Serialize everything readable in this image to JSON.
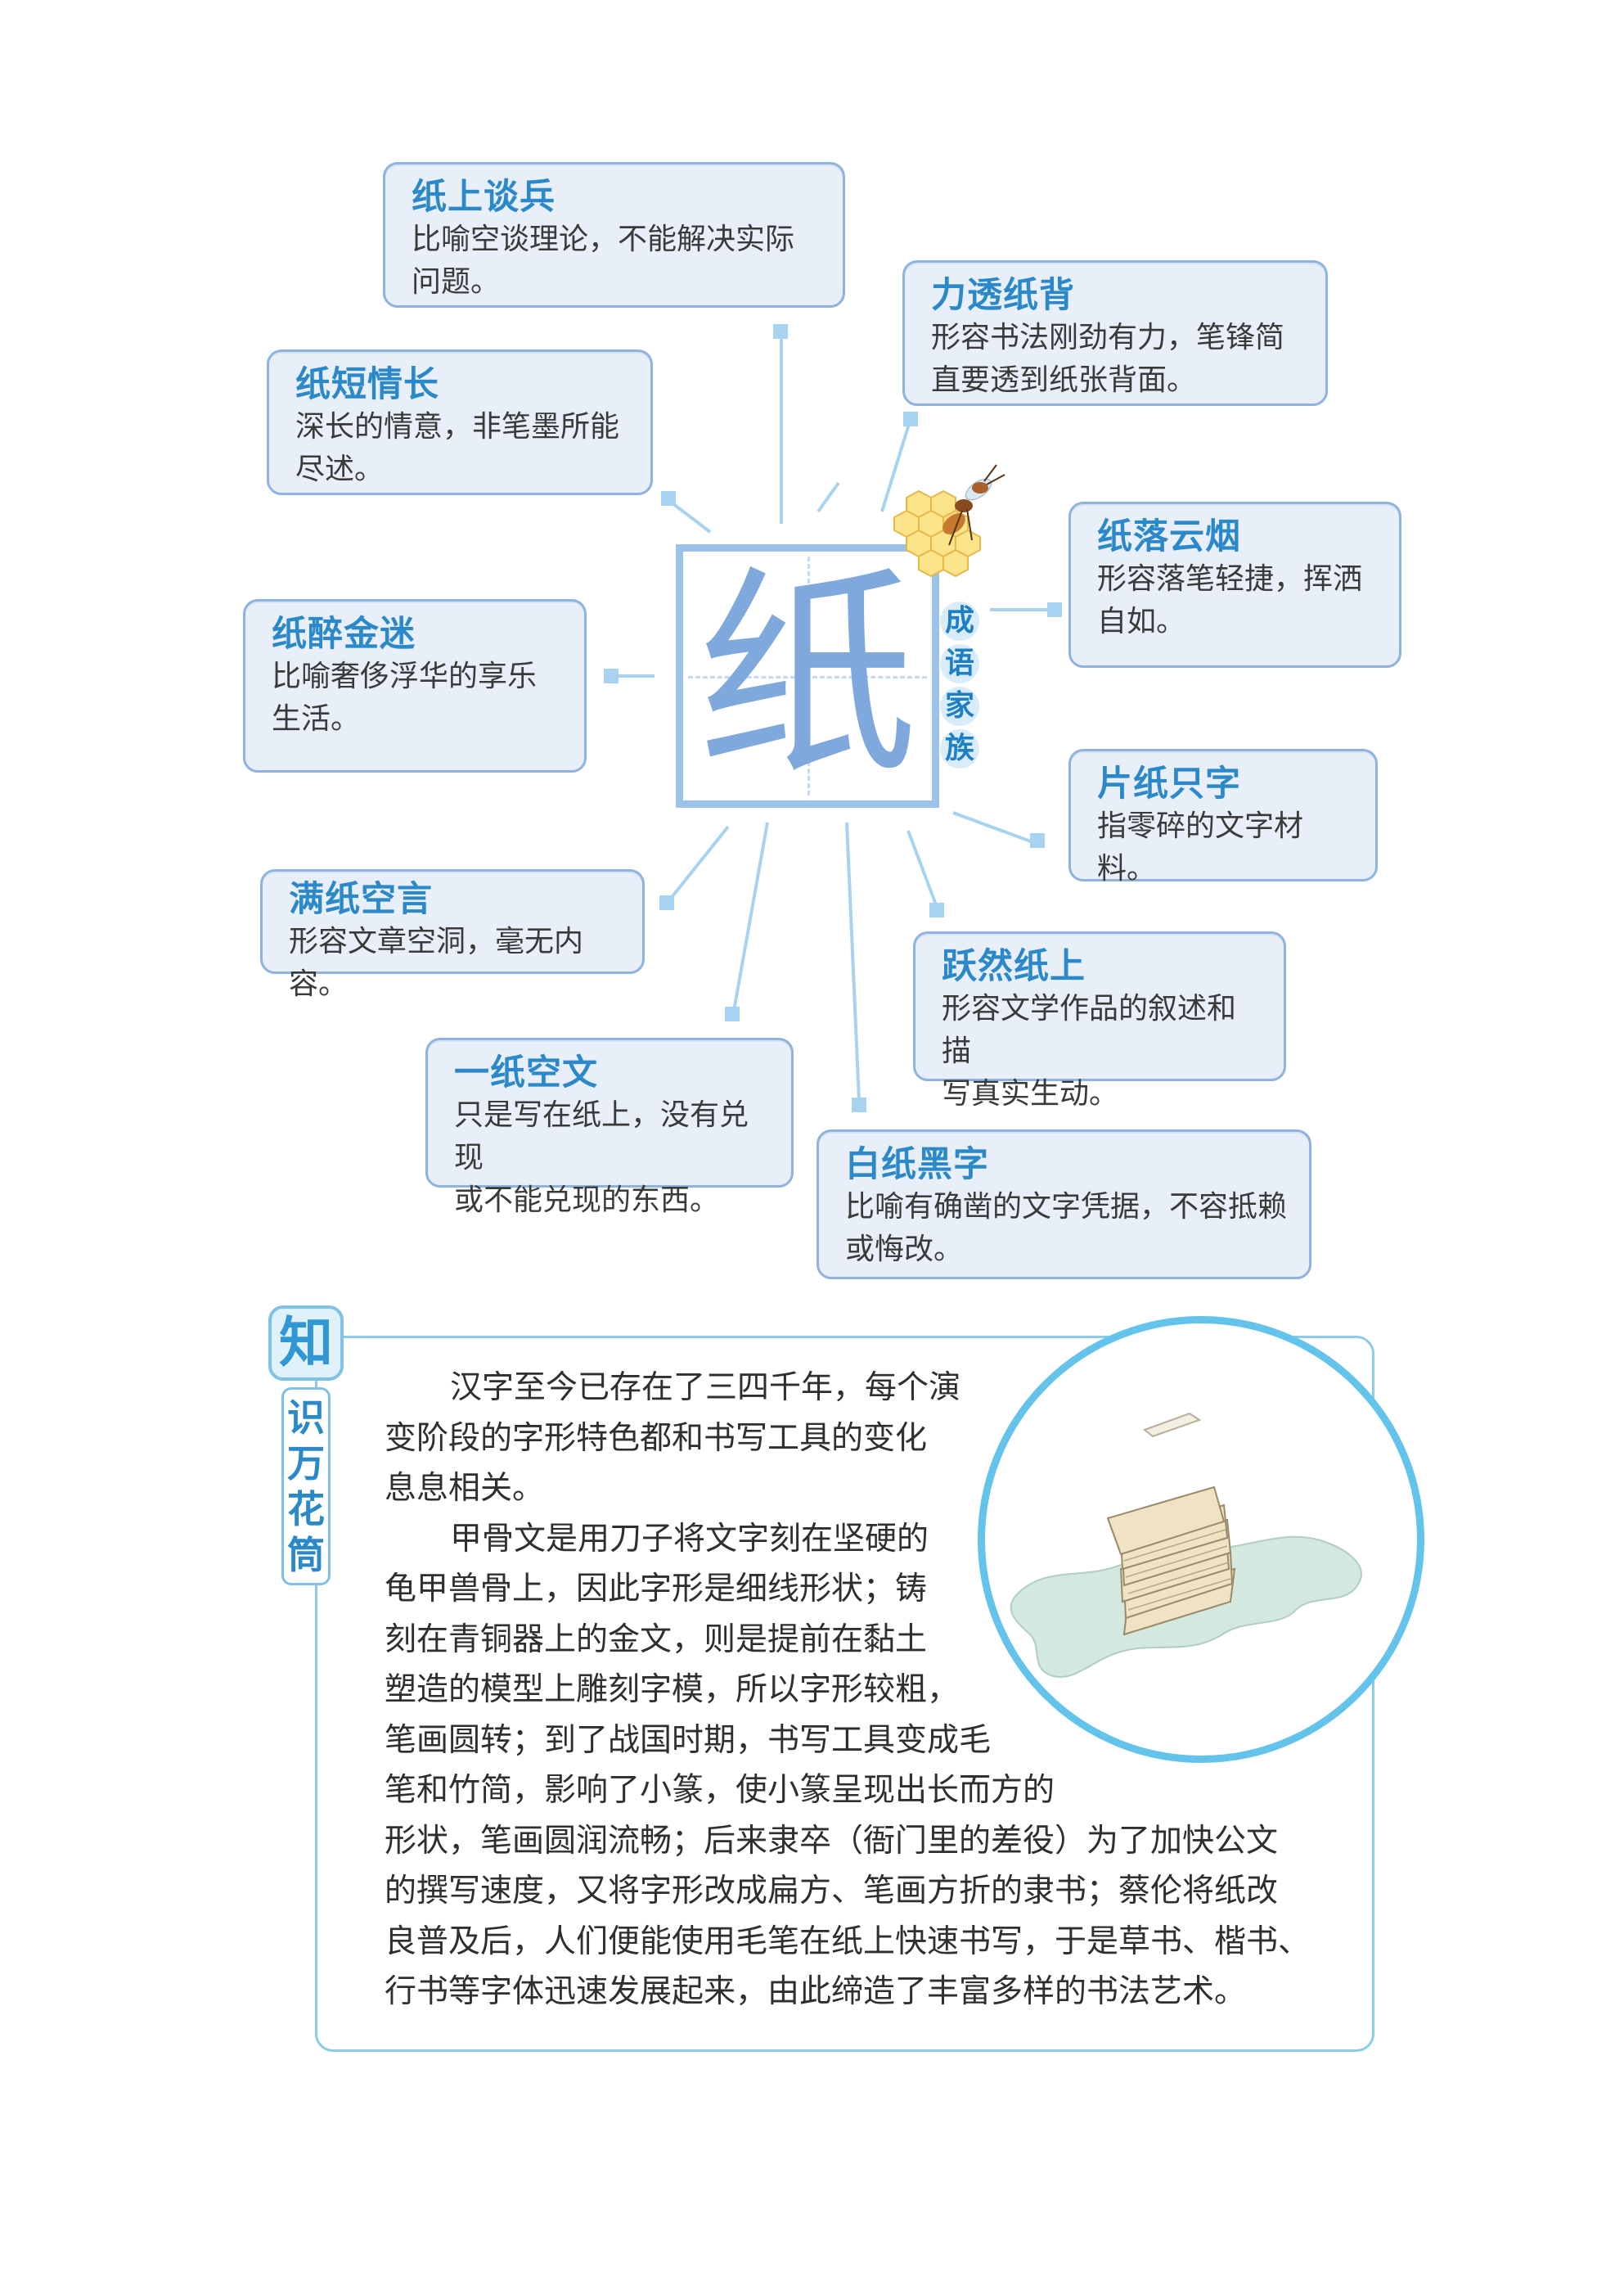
{
  "center": {
    "character": "纸",
    "badge": [
      "成",
      "语",
      "家",
      "族"
    ]
  },
  "idioms": [
    {
      "id": "zhishangtanbing",
      "name": "纸上谈兵",
      "def": [
        "比喻空谈理论，不能解决实际",
        "问题。"
      ]
    },
    {
      "id": "litouzhibei",
      "name": "力透纸背",
      "def": [
        "形容书法刚劲有力，笔锋简",
        "直要透到纸张背面。"
      ]
    },
    {
      "id": "zhiduanqingchang",
      "name": "纸短情长",
      "def": [
        "深长的情意，非笔墨所能",
        "尽述。"
      ]
    },
    {
      "id": "zhiluoyunyan",
      "name": "纸落云烟",
      "def": [
        "形容落笔轻捷，挥洒",
        "自如。"
      ]
    },
    {
      "id": "zhizuijinmi",
      "name": "纸醉金迷",
      "def": [
        "比喻奢侈浮华的享乐",
        "生活。"
      ]
    },
    {
      "id": "pianzhizhizi",
      "name": "片纸只字",
      "def": [
        "指零碎的文字材料。"
      ]
    },
    {
      "id": "manzhikongyan",
      "name": "满纸空言",
      "def": [
        "形容文章空洞，毫无内容。"
      ]
    },
    {
      "id": "yueranzhishang",
      "name": "跃然纸上",
      "def": [
        "形容文学作品的叙述和描",
        "写真实生动。"
      ]
    },
    {
      "id": "yizhikongwen",
      "name": "一纸空文",
      "def": [
        "只是写在纸上，没有兑现",
        "或不能兑现的东西。"
      ]
    },
    {
      "id": "baizhiheizi",
      "name": "白纸黑字",
      "def": [
        "比喻有确凿的文字凭据，不容抵赖",
        "或悔改。"
      ]
    }
  ],
  "knowledge": {
    "title": [
      "知",
      "识",
      "万",
      "花",
      "筒"
    ],
    "lines": [
      "汉字至今已存在了三四千年，每个演",
      "变阶段的字形特色都和书写工具的变化",
      "息息相关。",
      "甲骨文是用刀子将文字刻在坚硬的",
      "龟甲兽骨上，因此字形是细线形状；铸",
      "刻在青铜器上的金文，则是提前在黏土",
      "塑造的模型上雕刻字模，所以字形较粗，",
      "笔画圆转；到了战国时期，书写工具变成毛",
      "笔和竹简，影响了小篆，使小篆呈现出长而方的",
      "形状，笔画圆润流畅；后来隶卒（衙门里的差役）为了加快公文",
      "的撰写速度，又将字形改成扁方、笔画方折的隶书；蔡伦将纸改",
      "良普及后，人们便能使用毛笔在纸上快速书写，于是草书、楷书、",
      "行书等字体迅速发展起来，由此缔造了丰富多样的书法艺术。"
    ]
  },
  "colors": {
    "card_bg": "#e9eff9",
    "card_border": "#8db3de",
    "idiom_title": "#2b89c9",
    "connector": "#a8d3f0",
    "circle_border": "#63c3ea"
  }
}
